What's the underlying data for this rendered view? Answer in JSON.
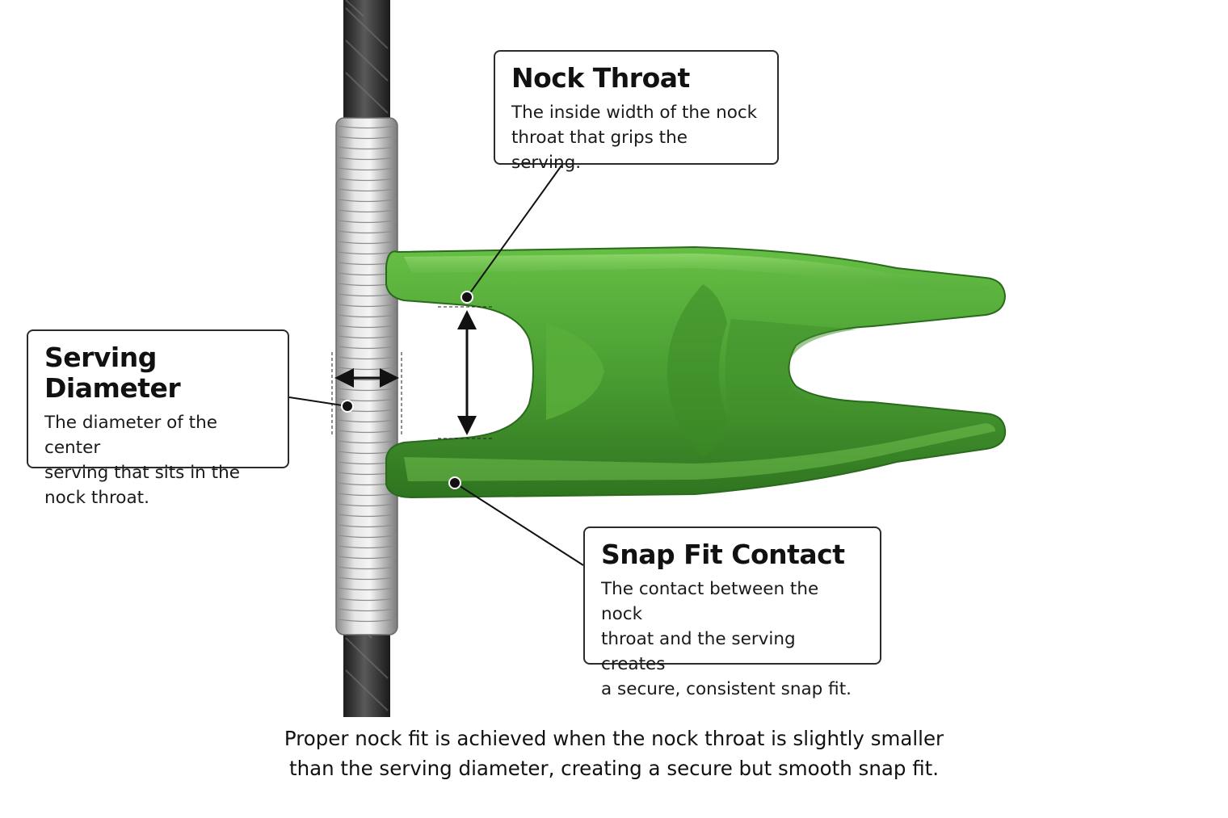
{
  "callouts": {
    "nock_throat": {
      "title": "Nock Throat",
      "lines": [
        "The inside width of the nock",
        "throat that grips the serving."
      ]
    },
    "serving_diameter": {
      "title": "Serving Diameter",
      "lines": [
        "The diameter of the center",
        "serving that sits in the",
        "nock throat."
      ]
    },
    "snap_fit": {
      "title": "Snap Fit Contact",
      "lines": [
        "The contact between the nock",
        "throat and the serving creates",
        "a secure, consistent snap fit."
      ]
    }
  },
  "caption": {
    "line1": "Proper nock fit is achieved when the nock throat is slightly smaller",
    "line2": "than the serving diameter, creating a secure but smooth snap fit."
  },
  "colors": {
    "nock_green": "#4a9e32",
    "nock_dark": "#2f7420",
    "serving_silver": "#c9c9c9",
    "string_dark": "#333333"
  }
}
